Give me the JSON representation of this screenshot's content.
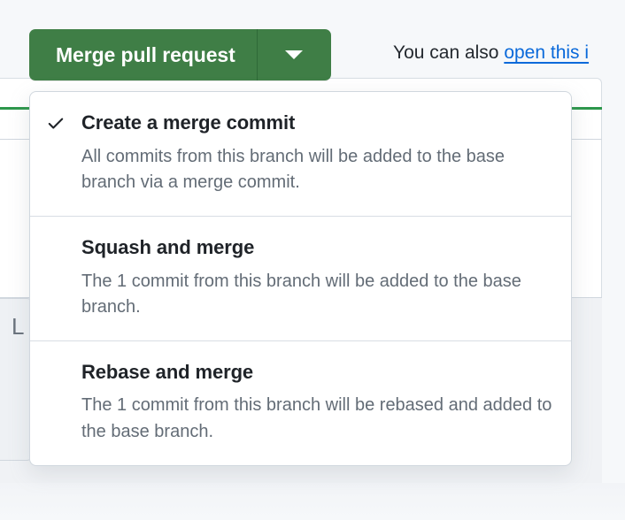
{
  "background": {
    "chip_label": "L",
    "accent_green": "#2c974b",
    "panel_border": "#d0d7de"
  },
  "merge_button": {
    "label": "Merge pull request",
    "caret_icon": "chevron-down-icon",
    "background_color": "#3f7e46",
    "text_color": "#ffffff"
  },
  "helper": {
    "prefix": "You can also ",
    "link_text": "open this i",
    "link_color": "#0969da"
  },
  "dropdown": {
    "items": [
      {
        "title": "Create a merge commit",
        "description": "All commits from this branch will be added to the base branch via a merge commit.",
        "selected": true,
        "check_icon": "check-icon"
      },
      {
        "title": "Squash and merge",
        "description": "The 1 commit from this branch will be added to the base branch.",
        "selected": false,
        "check_icon": ""
      },
      {
        "title": "Rebase and merge",
        "description": "The 1 commit from this branch will be rebased and added to the base branch.",
        "selected": false,
        "check_icon": ""
      }
    ]
  }
}
